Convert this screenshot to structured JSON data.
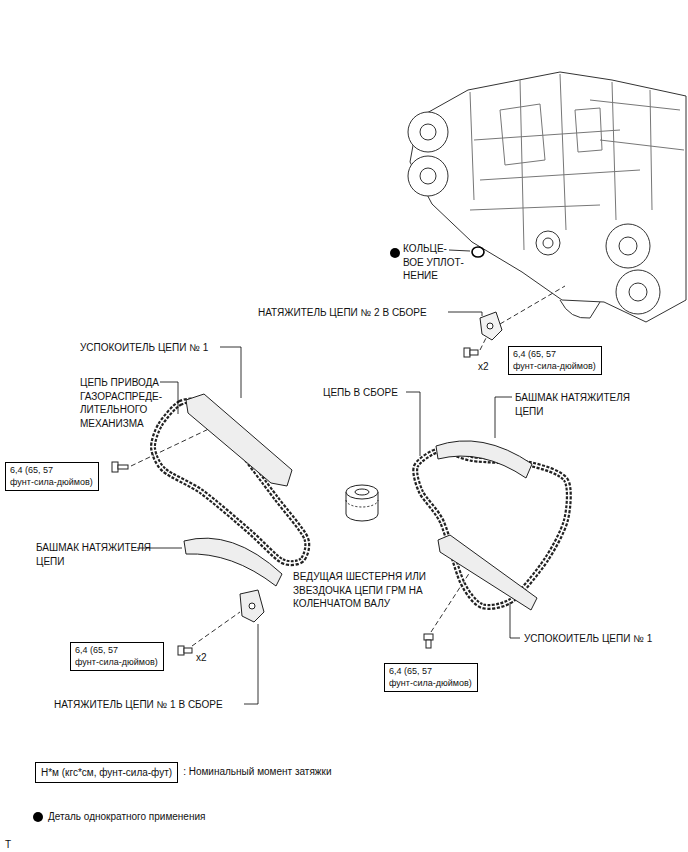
{
  "diagram": {
    "nodes": [
      {
        "text": [
          "6,4 (65, 57 фунт-сила-дюймов)"
        ]
      },
      {
        "text": [
          "6,4 (65, 57 фунт-сила-дюймов)"
        ]
      },
      {
        "text": [
          "6,4 (65, 57 фунт-сила-дюймов)"
        ]
      },
      {
        "text": [
          "6,4 (65, 57 фунт-сила-дюймов)"
        ]
      },
      {
        "text": [
          "Н*м (кгс*см, фунт-сила-фут)"
        ]
      }
    ],
    "labels": [
      "КОЛЬЦЕ- ВОЕ УПЛОТ- НЕНИЕ",
      "НАТЯЖИТЕЛЬ ЦЕПИ № 2 В СБОРЕ",
      "УСПОКОИТЕЛЬ ЦЕПИ № 1",
      "x2",
      "ЦЕПЬ ПРИВОДА ГАЗОРАСПРЕДЕ- ЛИТЕЛЬНОГО МЕХАНИЗМА",
      "ЦЕПЬ В СБОРЕ",
      "БАШМАК НАТЯЖИТЕЛЯ ЦЕПИ",
      "БАШМАК НАТЯЖИТЕЛЯ ЦЕПИ",
      "ВЕДУЩАЯ ШЕСТЕРНЯ ИЛИ ЗВЕЗДОЧКА ЦЕПИ ГРМ НА КОЛЕНЧАТОМ ВАЛУ",
      "УСПОКОИТЕЛЬ ЦЕПИ № 1",
      "x2",
      "НАТЯЖИТЕЛЬ ЦЕПИ № 1 В СБОРЕ",
      "T"
    ],
    "legend": [
      {
        "text": ": Номинальный момент затяжки"
      },
      {
        "text": "Деталь однократного применения"
      }
    ]
  }
}
